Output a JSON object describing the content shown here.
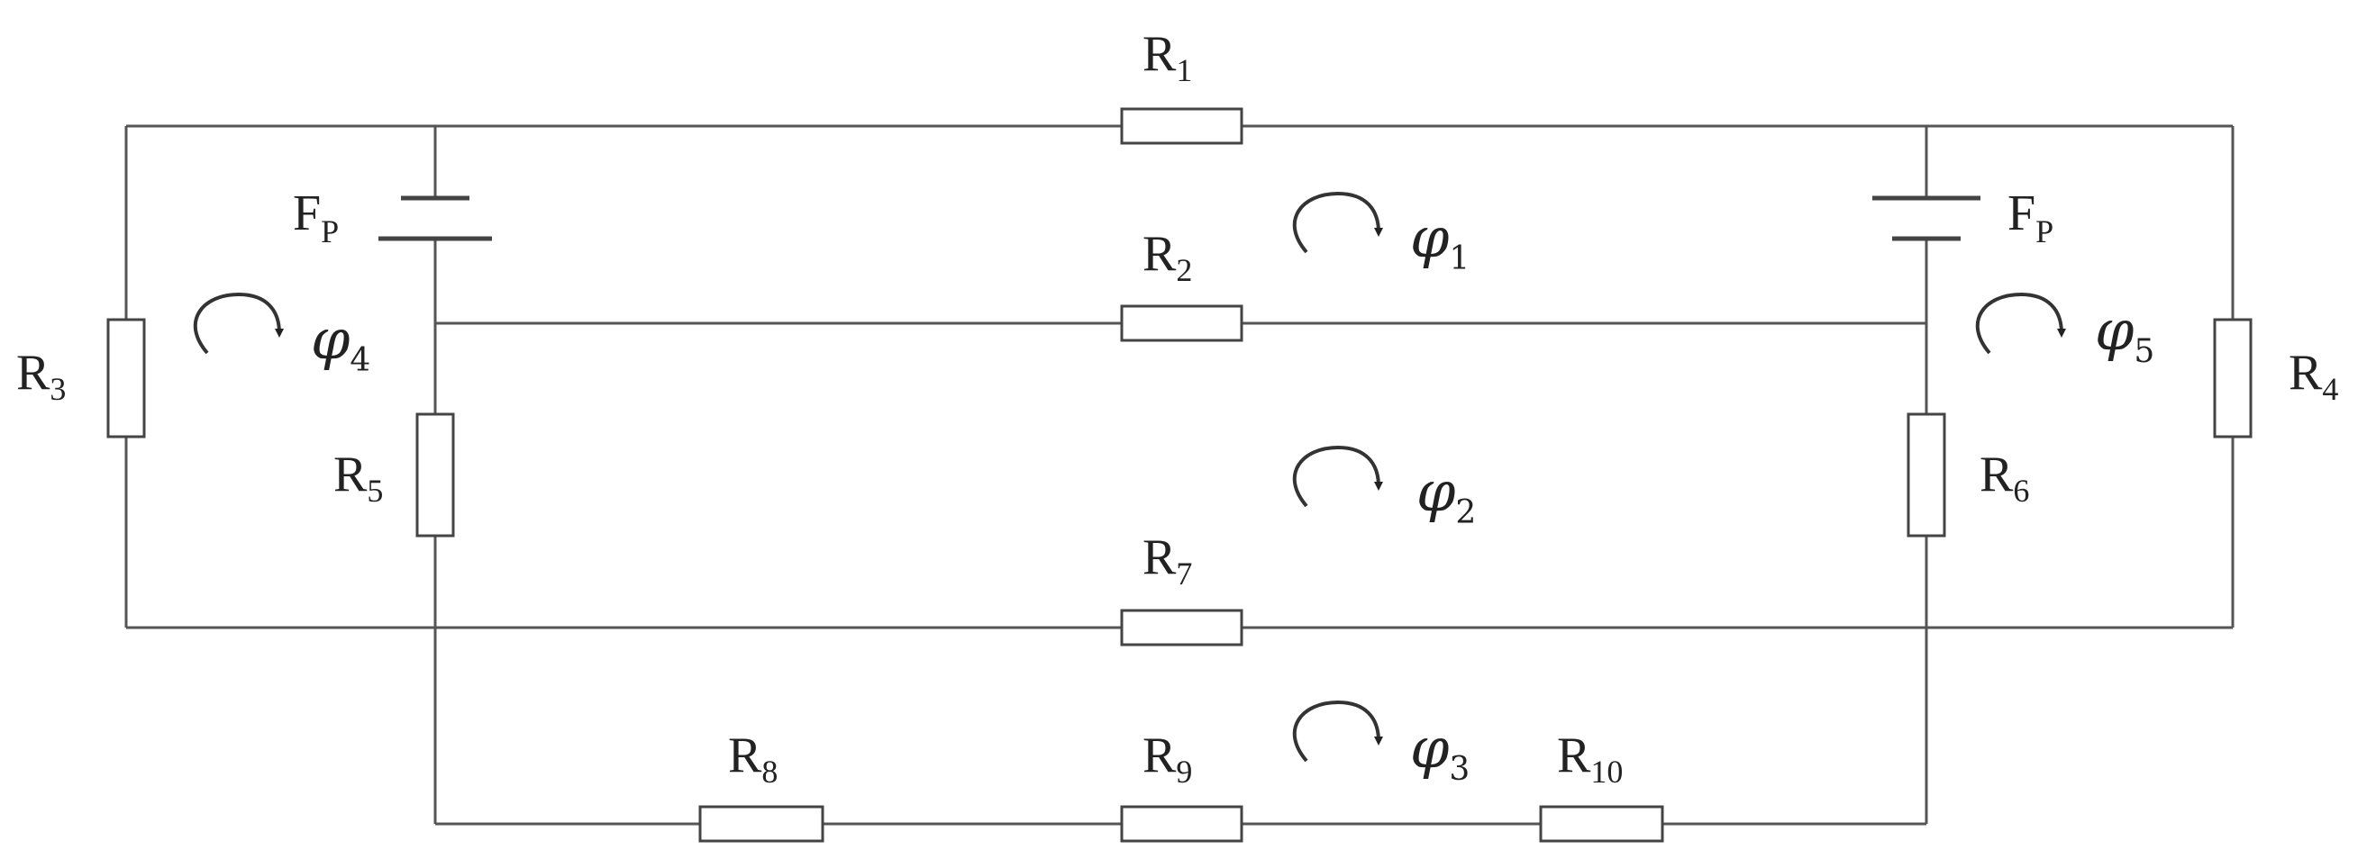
{
  "diagram": {
    "resistors": [
      {
        "id": "r1",
        "label": "R",
        "sub": "1"
      },
      {
        "id": "r2",
        "label": "R",
        "sub": "2"
      },
      {
        "id": "r3",
        "label": "R",
        "sub": "3"
      },
      {
        "id": "r4",
        "label": "R",
        "sub": "4"
      },
      {
        "id": "r5",
        "label": "R",
        "sub": "5"
      },
      {
        "id": "r6",
        "label": "R",
        "sub": "6"
      },
      {
        "id": "r7",
        "label": "R",
        "sub": "7"
      },
      {
        "id": "r8",
        "label": "R",
        "sub": "8"
      },
      {
        "id": "r9",
        "label": "R",
        "sub": "9"
      },
      {
        "id": "r10",
        "label": "R",
        "sub": "10"
      }
    ],
    "sources": [
      {
        "id": "fp-left",
        "label": "F",
        "sub": "P"
      },
      {
        "id": "fp-right",
        "label": "F",
        "sub": "P"
      }
    ],
    "loops": [
      {
        "id": "phi1",
        "symbol": "φ",
        "sub": "1"
      },
      {
        "id": "phi2",
        "symbol": "φ",
        "sub": "2"
      },
      {
        "id": "phi3",
        "symbol": "φ",
        "sub": "3"
      },
      {
        "id": "phi4",
        "symbol": "φ",
        "sub": "4"
      },
      {
        "id": "phi5",
        "symbol": "φ",
        "sub": "5"
      }
    ]
  }
}
